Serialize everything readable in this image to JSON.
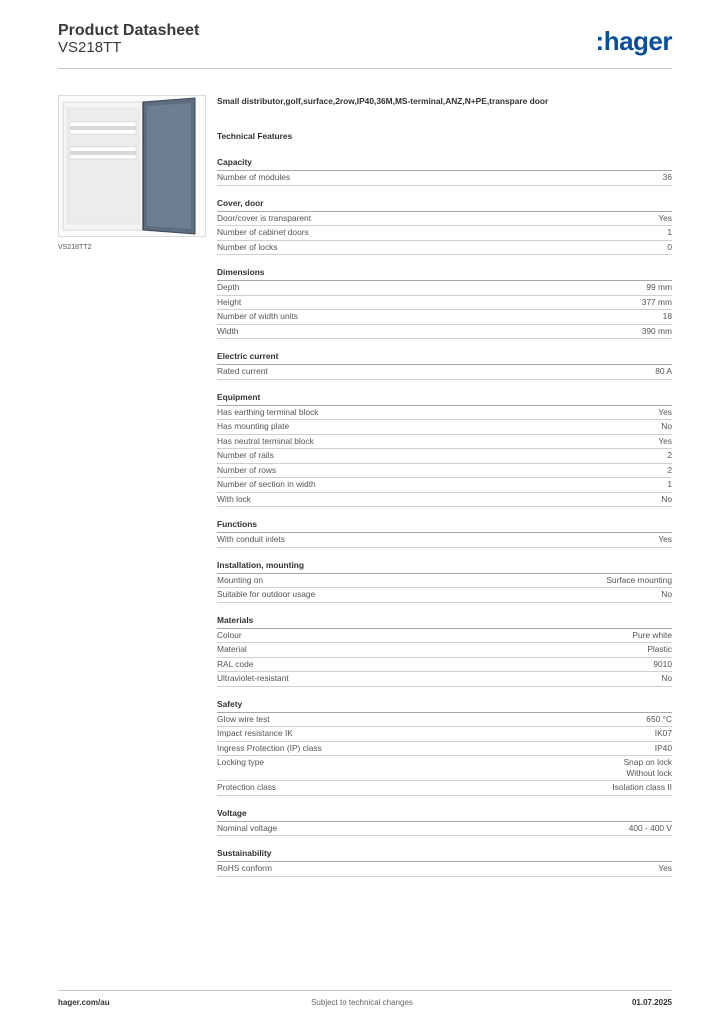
{
  "header": {
    "title": "Product Datasheet",
    "code": "VS218TT",
    "logo_colon": ":",
    "logo_text": "hager"
  },
  "image": {
    "caption": "VS218TT2",
    "icon": "distribution-board-image"
  },
  "main": {
    "description": "Small distributor,golf,surface,2row,IP40,36M,MS-terminal,ANZ,N+PE,transpare door",
    "features_heading": "Technical Features",
    "sections": [
      {
        "title": "Capacity",
        "rows": [
          {
            "label": "Number of modules",
            "value": "36"
          }
        ]
      },
      {
        "title": "Cover, door",
        "rows": [
          {
            "label": "Door/cover is transparent",
            "value": "Yes"
          },
          {
            "label": "Number of cabinet doors",
            "value": "1"
          },
          {
            "label": "Number of locks",
            "value": "0"
          }
        ]
      },
      {
        "title": "Dimensions",
        "rows": [
          {
            "label": "Depth",
            "value": "99 mm"
          },
          {
            "label": "Height",
            "value": "377 mm"
          },
          {
            "label": "Number of width units",
            "value": "18"
          },
          {
            "label": "Width",
            "value": "390 mm"
          }
        ]
      },
      {
        "title": "Electric current",
        "rows": [
          {
            "label": "Rated current",
            "value": "80 A"
          }
        ]
      },
      {
        "title": "Equipment",
        "rows": [
          {
            "label": "Has earthing terminal block",
            "value": "Yes"
          },
          {
            "label": "Has mounting plate",
            "value": "No"
          },
          {
            "label": "Has neutral terminal block",
            "value": "Yes"
          },
          {
            "label": "Number of rails",
            "value": "2"
          },
          {
            "label": "Number of rows",
            "value": "2"
          },
          {
            "label": "Number of section in width",
            "value": "1"
          },
          {
            "label": "With lock",
            "value": "No"
          }
        ]
      },
      {
        "title": "Functions",
        "rows": [
          {
            "label": "With conduit inlets",
            "value": "Yes"
          }
        ]
      },
      {
        "title": "Installation, mounting",
        "rows": [
          {
            "label": "Mounting on",
            "value": "Surface mounting"
          },
          {
            "label": "Suitable for outdoor usage",
            "value": "No"
          }
        ]
      },
      {
        "title": "Materials",
        "rows": [
          {
            "label": "Colour",
            "value": "Pure white"
          },
          {
            "label": "Material",
            "value": "Plastic"
          },
          {
            "label": "RAL code",
            "value": "9010"
          },
          {
            "label": "Ultraviolet-resistant",
            "value": "No"
          }
        ]
      },
      {
        "title": "Safety",
        "rows": [
          {
            "label": "Glow wire test",
            "value": "650 °C"
          },
          {
            "label": "Impact resistance IK",
            "value": "IK07"
          },
          {
            "label": "Ingress Protection (IP) class",
            "value": "IP40"
          },
          {
            "label": "Locking type",
            "value": "Snap on lock\nWithout lock"
          },
          {
            "label": "Protection class",
            "value": "Isolation class II"
          }
        ]
      },
      {
        "title": "Voltage",
        "rows": [
          {
            "label": "Nominal voltage",
            "value": "400 - 400 V"
          }
        ]
      },
      {
        "title": "Sustainability",
        "rows": [
          {
            "label": "RoHS conform",
            "value": "Yes"
          }
        ]
      }
    ]
  },
  "footer": {
    "website": "hager.com/au",
    "notice": "Subject to technical changes",
    "date": "01.07.2025"
  },
  "colors": {
    "brand": "#0a4f9c",
    "text": "#3a3a3a"
  }
}
